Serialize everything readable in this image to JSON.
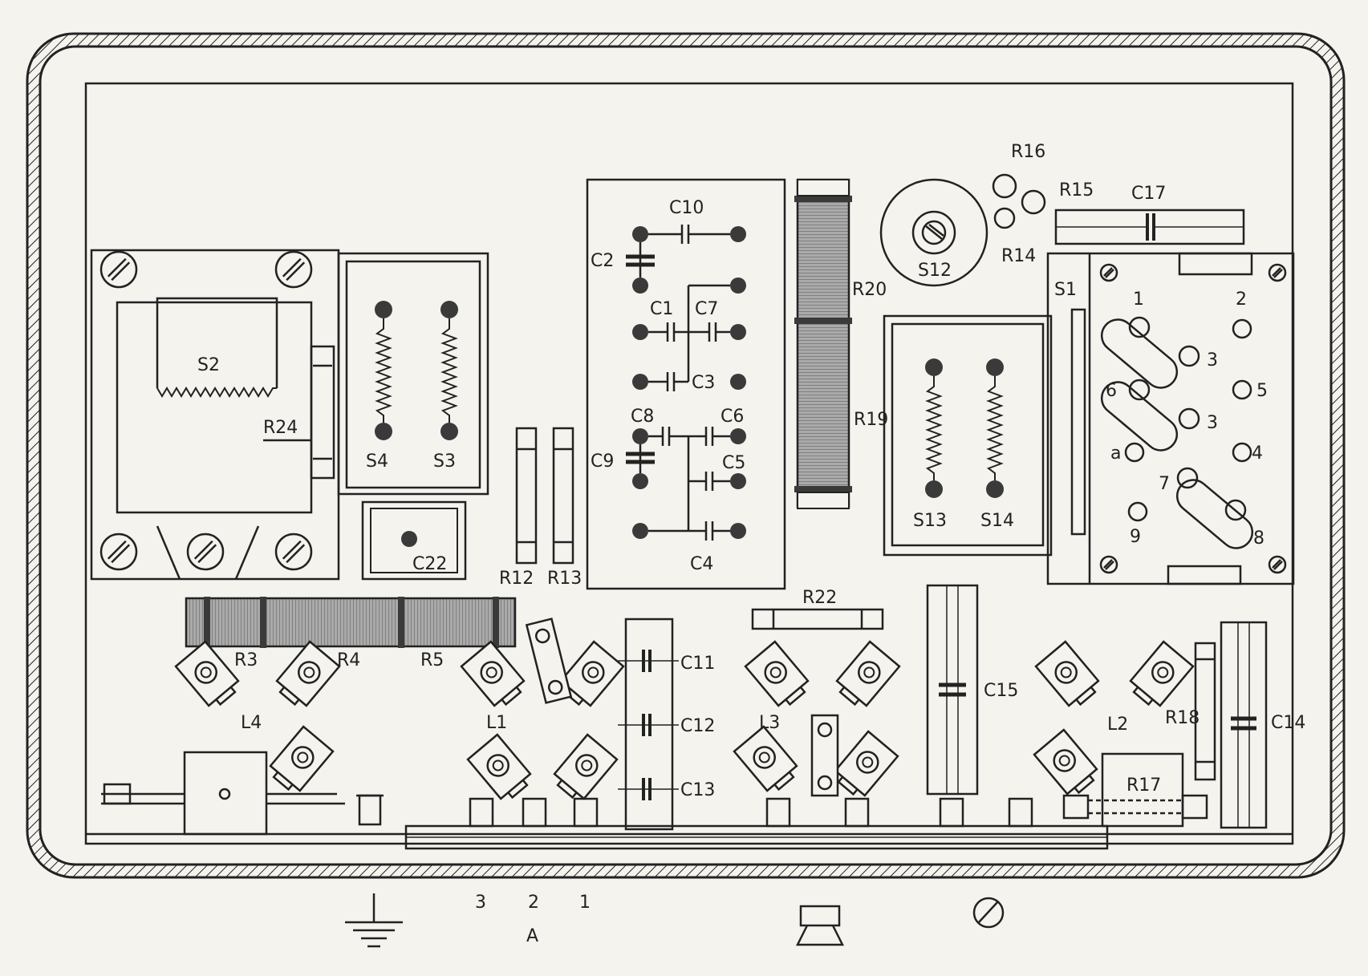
{
  "colors": {
    "ink": "#222222",
    "paper": "#f4f3ee",
    "fill_dark": "#3a3a3a",
    "coil": "#9a9a9a"
  },
  "labels": {
    "s2": "S2",
    "r24": "R24",
    "s4": "S4",
    "s3": "S3",
    "c22": "C22",
    "r12": "R12",
    "r13": "R13",
    "c10": "C10",
    "c2": "C2",
    "c1": "C1",
    "c7": "C7",
    "c3": "C3",
    "c8": "C8",
    "c6": "C6",
    "c9": "C9",
    "c5": "C5",
    "c4": "C4",
    "r20": "R20",
    "r19": "R19",
    "r16": "R16",
    "r15": "R15",
    "r14": "R14",
    "s12": "S12",
    "c17": "C17",
    "s1": "S1",
    "s13": "S13",
    "s14": "S14",
    "r3": "R3",
    "r4": "R4",
    "r5": "R5",
    "l4": "L4",
    "l1": "L1",
    "c11": "C11",
    "c12": "C12",
    "c13": "C13",
    "r22": "R22",
    "l3": "L3",
    "c15": "C15",
    "l2": "L2",
    "r18": "R18",
    "c14": "C14",
    "r17": "R17"
  },
  "switch_positions": [
    "1",
    "2",
    "3",
    "6",
    "5",
    "3",
    "a",
    "4",
    "7",
    "9",
    "8"
  ],
  "bottom_labels": {
    "pin3": "3",
    "pin2": "2",
    "pin1": "1",
    "antenna": "A"
  },
  "icons": [
    "ground-icon",
    "speaker-icon",
    "meter-icon",
    "screw-icon"
  ]
}
